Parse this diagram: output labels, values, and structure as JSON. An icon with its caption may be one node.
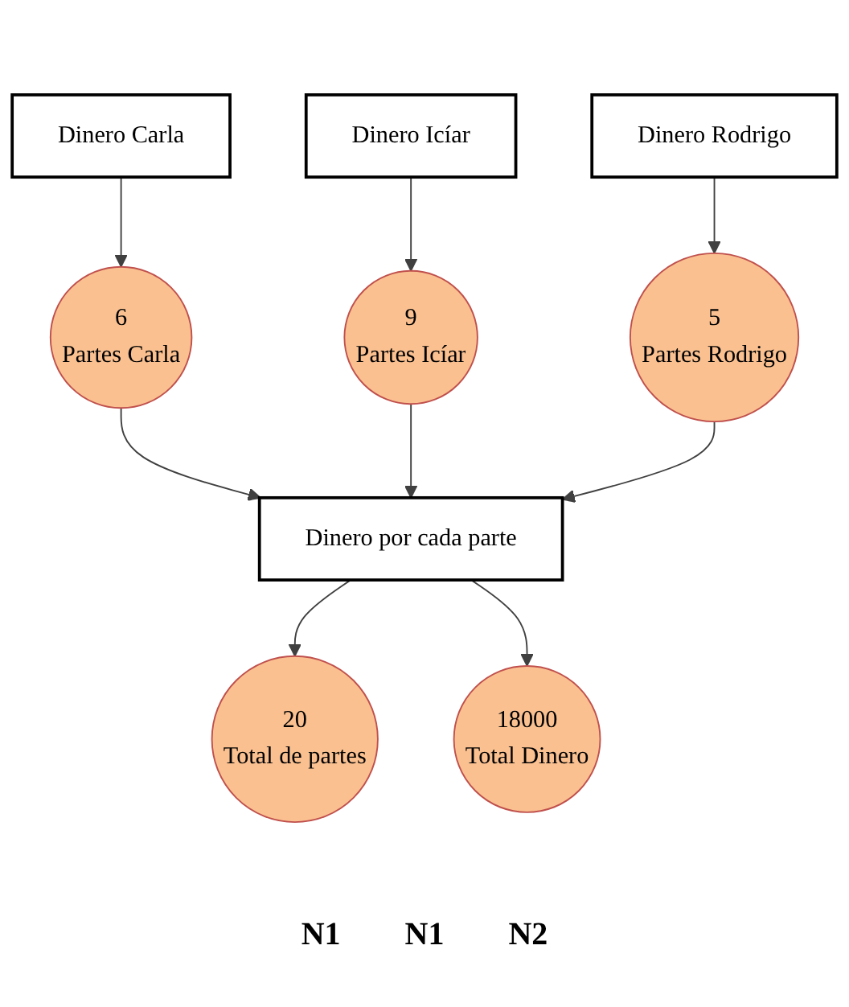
{
  "diagram": {
    "nodes": [
      {
        "text": [
          "Dinero Carla"
        ]
      },
      {
        "text": [
          "Dinero Icíar"
        ]
      },
      {
        "text": [
          "Dinero Rodrigo"
        ]
      },
      {
        "text": [
          "6",
          "Partes Carla"
        ]
      },
      {
        "text": [
          "9",
          "Partes Icíar"
        ]
      },
      {
        "text": [
          "5",
          "Partes Rodrigo"
        ]
      },
      {
        "text": [
          "Dinero por cada parte"
        ]
      },
      {
        "text": [
          "20",
          "Total de partes"
        ]
      },
      {
        "text": [
          "18000",
          "Total Dinero"
        ]
      }
    ],
    "edges": [
      {
        "from": 0,
        "to": 3,
        "arrow": "to"
      },
      {
        "from": 1,
        "to": 4,
        "arrow": "to"
      },
      {
        "from": 2,
        "to": 5,
        "arrow": "to"
      },
      {
        "from": 3,
        "to": 6,
        "arrow": "to"
      },
      {
        "from": 4,
        "to": 6,
        "arrow": "to"
      },
      {
        "from": 5,
        "to": 6,
        "arrow": "to"
      },
      {
        "from": 6,
        "to": 7,
        "arrow": "to"
      },
      {
        "from": 6,
        "to": 8,
        "arrow": "to"
      }
    ],
    "labels": [
      "N1",
      "N1",
      "N2"
    ]
  }
}
